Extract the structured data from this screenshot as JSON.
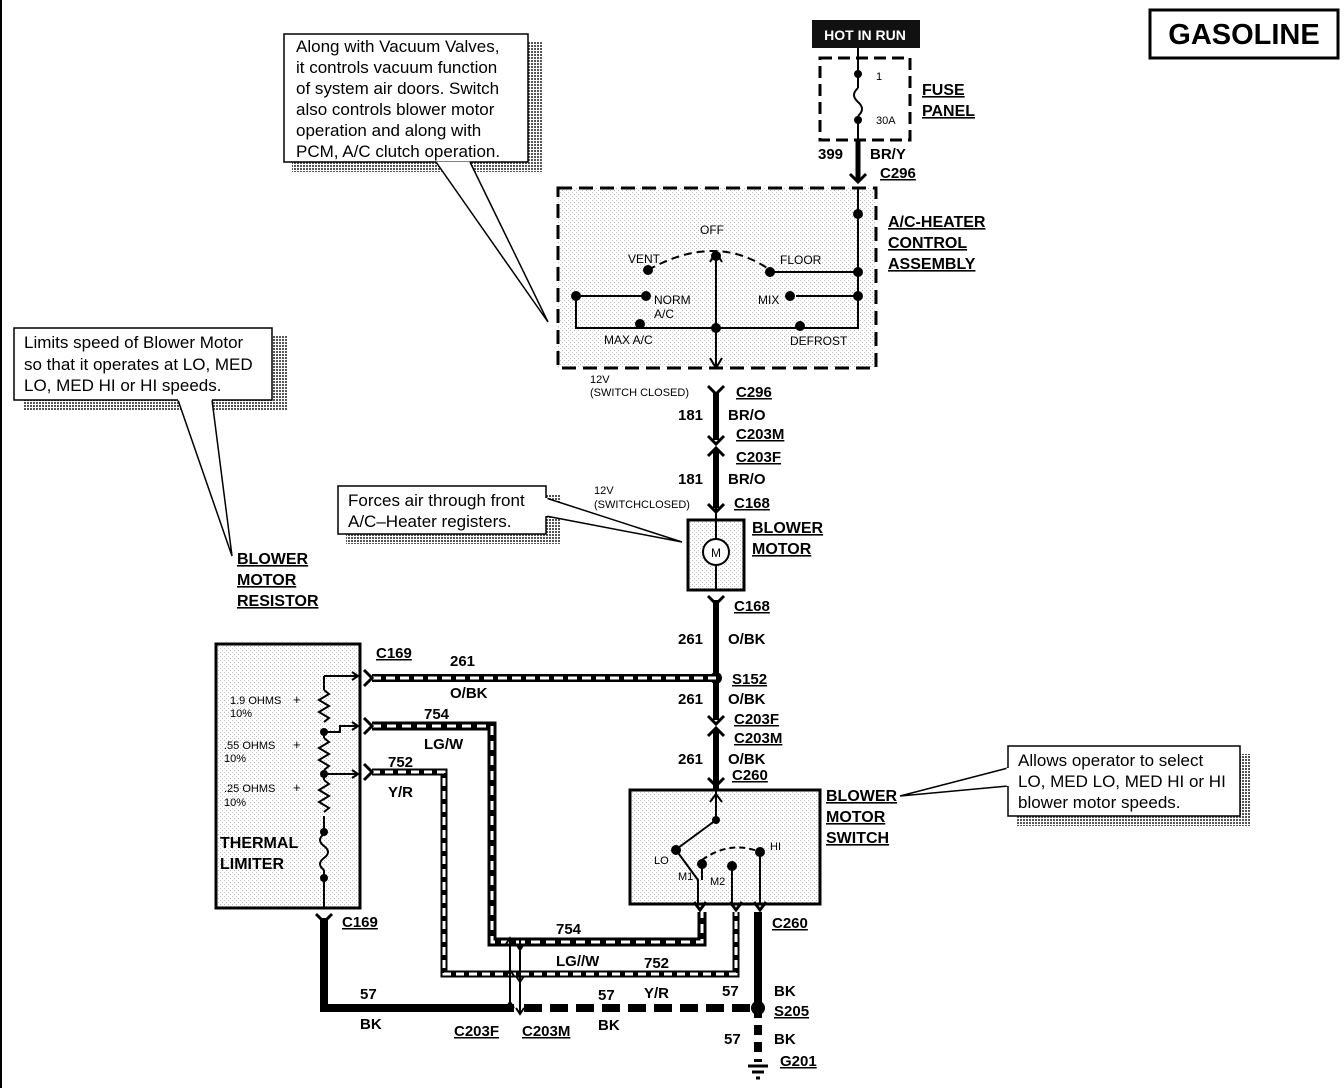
{
  "tag": "GASOLINE",
  "hot_in_run": "HOT IN RUN",
  "fuse_panel": {
    "name": [
      "FUSE",
      "PANEL"
    ],
    "fuse_num": "1",
    "fuse_rating": "30A"
  },
  "ac_control": {
    "name": [
      "A/C-HEATER",
      "CONTROL",
      "ASSEMBLY"
    ],
    "positions": {
      "off": "OFF",
      "vent": "VENT",
      "floor": "FLOOR",
      "norm_ac": [
        "NORM",
        "A/C"
      ],
      "mix": "MIX",
      "max_ac": "MAX A/C",
      "defrost": "DEFROST"
    }
  },
  "blower_motor": {
    "name": [
      "BLOWER",
      "MOTOR"
    ],
    "symbol": "M"
  },
  "resistor": {
    "name": [
      "BLOWER",
      "MOTOR",
      "RESISTOR"
    ],
    "r1": [
      "1.9 OHMS",
      "10%"
    ],
    "r2": [
      ".55 OHMS",
      "10%"
    ],
    "r3": [
      ".25 OHMS",
      "10%"
    ],
    "tol": "+",
    "thermal": [
      "THERMAL",
      "LIMITER"
    ]
  },
  "switch": {
    "name": [
      "BLOWER",
      "MOTOR",
      "SWITCH"
    ],
    "lo": "LO",
    "m1": "M1",
    "m2": "M2",
    "hi": "HI"
  },
  "notes": {
    "ac": [
      "Along with Vacuum Valves,",
      "it controls vacuum function",
      "of system air doors.  Switch",
      "also controls blower motor",
      "operation  and  along  with",
      "PCM, A/C clutch operation."
    ],
    "resistor": [
      "Limits speed of Blower Motor",
      "so that it operates at LO, MED",
      "LO, MED HI or HI speeds."
    ],
    "motor": [
      "Forces air through front",
      "A/C–Heater registers."
    ],
    "switch": [
      "Allows operator to select",
      "LO, MED LO, MED HI or HI",
      "blower motor speeds."
    ]
  },
  "wires": {
    "w399": "399",
    "c399": "BR/Y",
    "w181": "181",
    "c181": "BR/O",
    "w261": "261",
    "c261": "O/BK",
    "w754": "754",
    "c754": "LG/W",
    "c754b": "LG//W",
    "w752": "752",
    "c752": "Y/R",
    "w57": "57",
    "c57": "BK"
  },
  "voltage": {
    "v1": [
      "12V",
      "(SWITCH  CLOSED)"
    ],
    "v2": [
      "12V",
      "(SWITCHCLOSED)"
    ]
  },
  "connectors": {
    "c296": "C296",
    "c203m": "C203M",
    "c203f": "C203F",
    "c168": "C168",
    "s152": "S152",
    "c260": "C260",
    "c169": "C169",
    "s205": "S205",
    "g201": "G201"
  }
}
